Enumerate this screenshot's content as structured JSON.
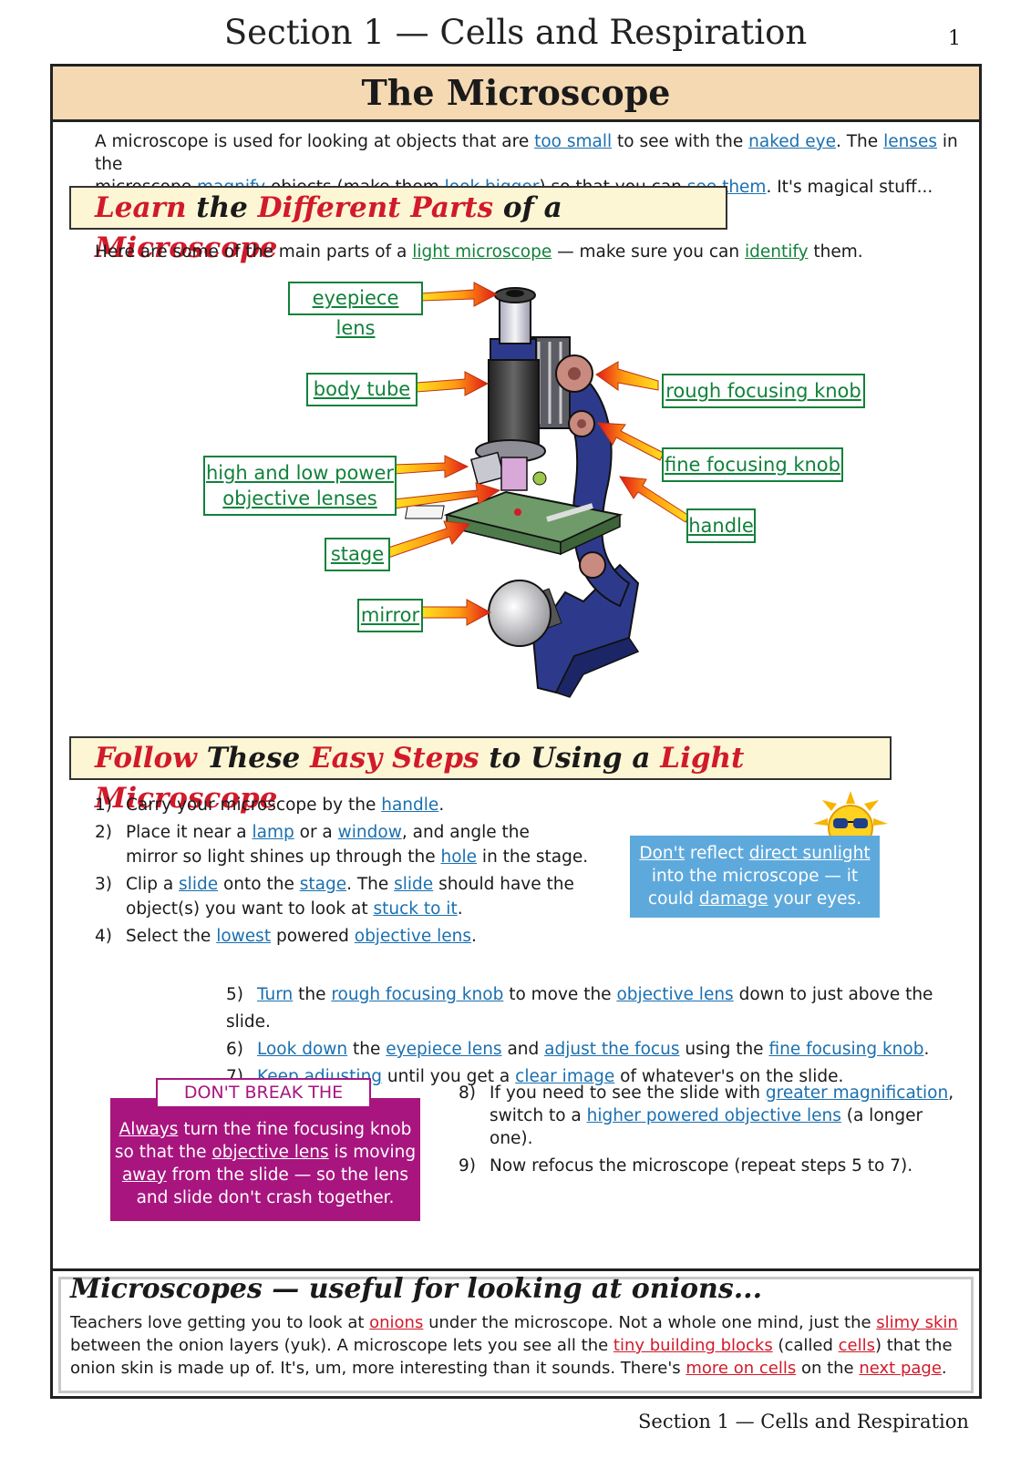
{
  "header": {
    "section_title": "Section 1 — Cells and Respiration",
    "page_number": "1"
  },
  "title": "The Microscope",
  "intro": {
    "t1": "A microscope is used for looking at objects that are ",
    "l1": "too small",
    "t2": " to see with the ",
    "l2": "naked eye",
    "t3": ".  The ",
    "l3": "lenses",
    "t4": " in the",
    "t5": "microscope ",
    "l4": "magnify",
    "t6": " objects (make them ",
    "l5": "look bigger",
    "t7": ") so that you can ",
    "l6": "see them",
    "t8": ".  It's magical stuff..."
  },
  "heading1": {
    "w1": "Learn",
    "w2": " the ",
    "w3": "Different Parts",
    "w4": " of a ",
    "w5": "Microscope"
  },
  "parts_intro": {
    "t1": "Here are some of the main parts of a ",
    "l1": "light microscope",
    "t2": " — make sure you can ",
    "l2": "identify",
    "t3": " them."
  },
  "parts": {
    "eyepiece": "eyepiece lens",
    "body_tube": "body tube",
    "objective_1": "high and low power",
    "objective_2": "objective lenses",
    "stage": "stage",
    "mirror": "mirror",
    "rough_knob": "rough focusing knob",
    "fine_knob": "fine focusing knob",
    "handle": "handle"
  },
  "heading2": {
    "w1": "Follow",
    "w2": " These ",
    "w3": "Easy Steps",
    "w4": " to Using a ",
    "w5": "Light Microscope"
  },
  "steps": {
    "s1": {
      "n": "1)",
      "t1": "Carry your microscope by the ",
      "l1": "handle",
      "t2": "."
    },
    "s2": {
      "n": "2)",
      "t1": "Place it near a ",
      "l1": "lamp",
      "t2": " or a ",
      "l2": "window",
      "t3": ", and angle the",
      "t4": "mirror so light shines up through the ",
      "l3": "hole",
      "t5": " in the stage."
    },
    "s3": {
      "n": "3)",
      "t1": "Clip a ",
      "l1": "slide",
      "t2": " onto the ",
      "l2": "stage",
      "t3": ".  The ",
      "l3": "slide",
      "t4": " should have the",
      "t5": "object(s) you want to look at ",
      "l4": "stuck to it",
      "t6": "."
    },
    "s4": {
      "n": "4)",
      "t1": "Select the ",
      "l1": "lowest",
      "t2": " powered ",
      "l2": "objective lens",
      "t3": "."
    },
    "s5": {
      "n": "5)",
      "l1": "Turn",
      "t1": " the ",
      "l2": "rough focusing knob",
      "t2": " to move the ",
      "l3": "objective lens",
      "t3": " down to just above the slide."
    },
    "s6": {
      "n": "6)",
      "l1": "Look down",
      "t1": " the ",
      "l2": "eyepiece lens",
      "t2": " and ",
      "l3": "adjust the focus",
      "t3": " using the ",
      "l4": "fine focusing knob",
      "t4": "."
    },
    "s7": {
      "n": "7)",
      "l1": "Keep adjusting",
      "t1": " until you get a ",
      "l2": "clear image",
      "t2": " of whatever's on the slide."
    },
    "s8": {
      "n": "8)",
      "t1": "If you need to see the slide with ",
      "l1": "greater magnification",
      "t2": ",",
      "t3": "switch to a ",
      "l2": "higher powered objective lens",
      "t4": " (a longer one)."
    },
    "s9": {
      "n": "9)",
      "t1": "Now refocus the microscope (repeat steps 5 to 7)."
    }
  },
  "sun_warning": {
    "l1": "Don't",
    "t1": " reflect ",
    "l2": "direct sunlight",
    "t2": "into the microscope — it",
    "t3": "could ",
    "l3": "damage",
    "t4": " your eyes."
  },
  "slide_warning": {
    "tag": "DON'T BREAK THE SLIDE",
    "l1": "Always",
    "t1": " turn the fine focusing knob",
    "t2": "so that the ",
    "l2": "objective lens",
    "t3": " is moving",
    "l3": "away",
    "t4": " from the slide — so the lens",
    "t5": "and slide don't crash together."
  },
  "summary": {
    "title": "Microscopes — useful for looking at onions...",
    "t1": "Teachers love getting you to look at ",
    "l1": "onions",
    "t2": " under the microscope.  Not a whole one mind, just the ",
    "l2": "slimy skin",
    "t3": "between the onion layers (yuk).  A microscope lets you see all the ",
    "l3": "tiny building blocks",
    "t4": " (called ",
    "l4": "cells",
    "t5": ") that the",
    "t6": "onion skin is made up of.  It's, um, more interesting than it sounds.  There's ",
    "l5": "more on cells",
    "t7": " on the ",
    "l6": "next page",
    "t8": "."
  },
  "footer": "Section 1 — Cells and Respiration",
  "colors": {
    "title_bg": "#f5d9b3",
    "heading_bg": "#fdf6d4",
    "link_blue": "#1a6fb0",
    "label_green": "#11813a",
    "red": "#d11a2a",
    "warning_blue": "#5ea9dc",
    "warning_magenta": "#a8157e"
  }
}
